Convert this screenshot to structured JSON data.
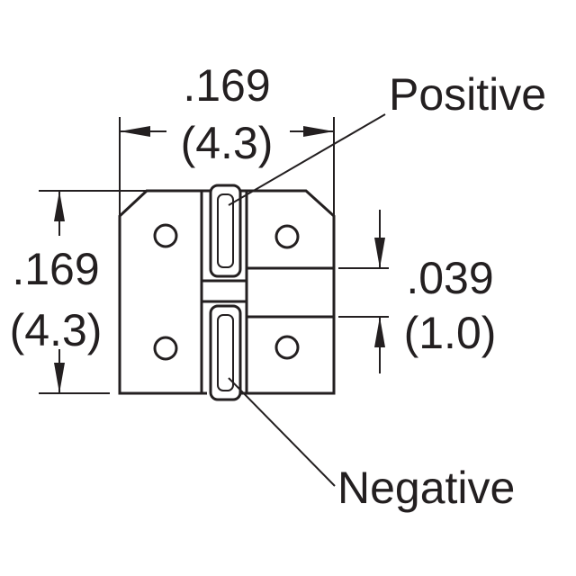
{
  "dimensions": {
    "width": {
      "inches": ".169",
      "mm": "(4.3)"
    },
    "height": {
      "inches": ".169",
      "mm": "(4.3)"
    },
    "slot": {
      "inches": ".039",
      "mm": "(1.0)"
    }
  },
  "labels": {
    "positive": "Positive",
    "negative": "Negative"
  },
  "colors": {
    "line": "#231f20",
    "background": "#ffffff"
  }
}
